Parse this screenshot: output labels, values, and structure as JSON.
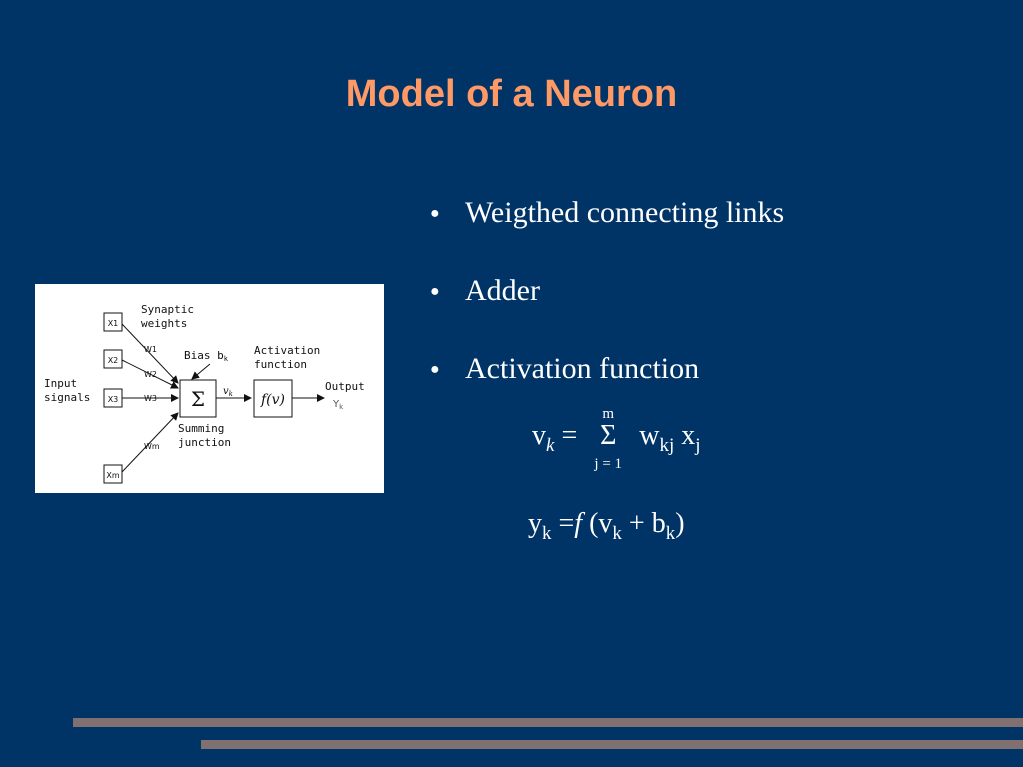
{
  "slide": {
    "title": "Model of a Neuron",
    "bullets": [
      {
        "label": "Weigthed connecting links"
      },
      {
        "label": "Adder"
      },
      {
        "label": "Activation function"
      }
    ],
    "formula1": {
      "lhs": "v",
      "lhs_sub": "k",
      "eq": "=",
      "sum_symbol": "Σ",
      "sum_upper": "m",
      "sum_lower": "j = 1",
      "w": "w",
      "w_sub": "kj",
      "x": "x",
      "x_sub": "j"
    },
    "formula2": {
      "lhs": "y",
      "lhs_sub": "k",
      "eq": "=",
      "f": "f",
      "open": "(",
      "v": "v",
      "v_sub": "k",
      "plus": "+",
      "b": "b",
      "b_sub": "k",
      "close": ")"
    },
    "colors": {
      "background": "#003366",
      "title": "#ff9966",
      "text": "#ffffff",
      "footer_bars": "#807070"
    }
  },
  "diagram": {
    "inputs": [
      "X1",
      "X2",
      "X3",
      "Xm"
    ],
    "weights": [
      "W1",
      "W2",
      "W3",
      "Wm"
    ],
    "labels": {
      "synaptic_line1": "Synaptic",
      "synaptic_line2": "weights",
      "bias_word": "Bias",
      "bias_symbol": "b",
      "bias_sub": "k",
      "activation_line1": "Activation",
      "activation_line2": "function",
      "input_line1": "Input",
      "input_line2": "signals",
      "summing_line1": "Summing",
      "summing_line2": "junction",
      "output_word": "Output",
      "output_symbol": "Y",
      "output_sub": "k",
      "sum_symbol": "Σ",
      "vk_symbol": "v",
      "vk_sub": "k",
      "fv": "f(v)"
    }
  }
}
